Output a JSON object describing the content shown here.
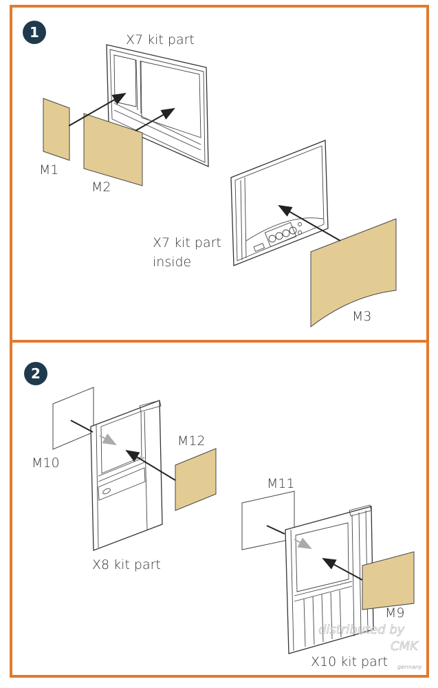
{
  "colors": {
    "border": "#e07a2e",
    "badge": "#1f3a4d",
    "material": "#e3cc94"
  },
  "step1": {
    "number": "1",
    "frame_label": "X7 kit part",
    "m1": "M1",
    "m2": "M2",
    "inside_label_1": "X7 kit part",
    "inside_label_2": "inside",
    "m3": "M3"
  },
  "step2": {
    "number": "2",
    "m10": "M10",
    "m12": "M12",
    "x8_label": "X8 kit part",
    "m11": "M11",
    "m9": "M9",
    "x10_label": "X10 kit part"
  },
  "watermark": {
    "line1": "distributed by",
    "brand": "CMK",
    "sub": "germany"
  }
}
